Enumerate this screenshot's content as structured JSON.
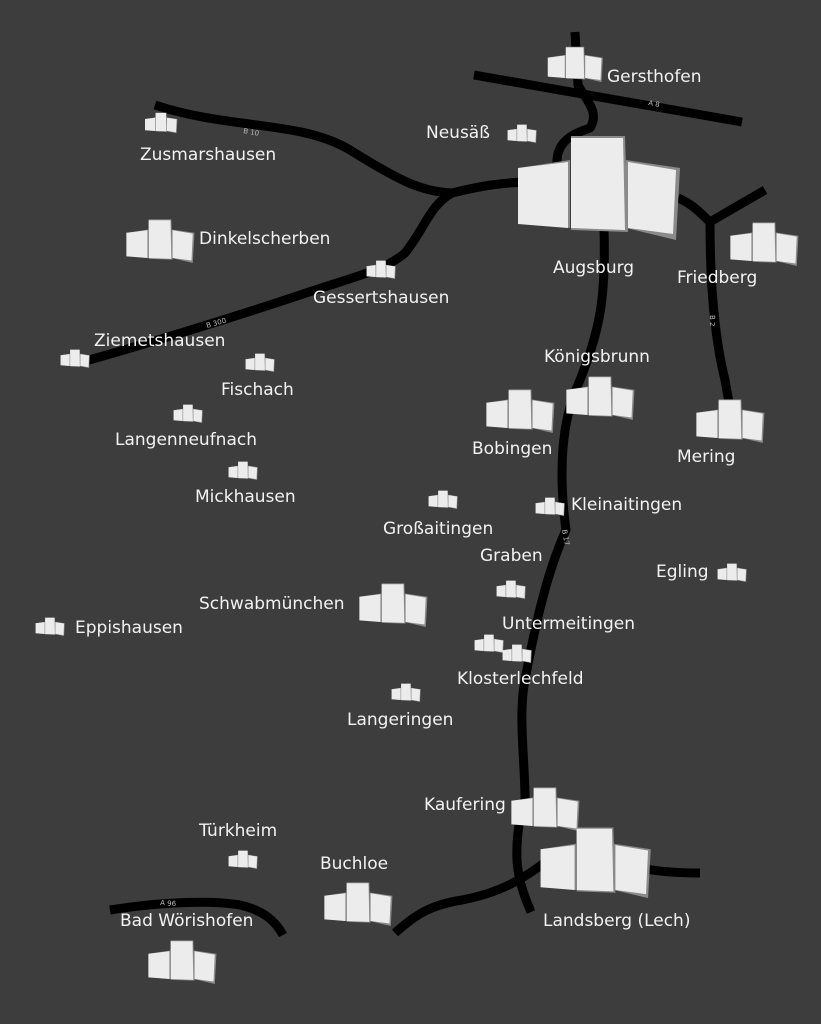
{
  "colors": {
    "background": "#3d3d3d",
    "road": "#000000",
    "building_front": "#ececec",
    "building_side": "#8a8a8a",
    "label": "#f2f2f2"
  },
  "roads": [
    {
      "ref": "A 8"
    },
    {
      "ref": "B 10"
    },
    {
      "ref": "B 300"
    },
    {
      "ref": "B 2"
    },
    {
      "ref": "B 17"
    },
    {
      "ref": "A 96"
    }
  ],
  "towns": [
    {
      "key": "gersthofen",
      "name": "Gersthofen",
      "icon": "medium-town-icon"
    },
    {
      "key": "neusaess",
      "name": "Neusäß",
      "icon": "small-town-icon"
    },
    {
      "key": "zusmarshausen",
      "name": "Zusmarshausen",
      "icon": "small-town-icon"
    },
    {
      "key": "augsburg",
      "name": "Augsburg",
      "icon": "large-city-icon"
    },
    {
      "key": "friedberg",
      "name": "Friedberg",
      "icon": "medium-town-icon"
    },
    {
      "key": "dinkelscherben",
      "name": "Dinkelscherben",
      "icon": "medium-town-icon"
    },
    {
      "key": "gessertshausen",
      "name": "Gessertshausen",
      "icon": "small-town-icon"
    },
    {
      "key": "ziemetshausen",
      "name": "Ziemetshausen",
      "icon": "small-town-icon"
    },
    {
      "key": "fischach",
      "name": "Fischach",
      "icon": "small-town-icon"
    },
    {
      "key": "langenneufnach",
      "name": "Langenneufnach",
      "icon": "small-town-icon"
    },
    {
      "key": "mickhausen",
      "name": "Mickhausen",
      "icon": "small-town-icon"
    },
    {
      "key": "koenigsbrunn",
      "name": "Königsbrunn",
      "icon": "medium-town-icon"
    },
    {
      "key": "bobingen",
      "name": "Bobingen",
      "icon": "medium-town-icon"
    },
    {
      "key": "mering",
      "name": "Mering",
      "icon": "medium-town-icon"
    },
    {
      "key": "kleinaitingen",
      "name": "Kleinaitingen",
      "icon": "small-town-icon"
    },
    {
      "key": "grossaitingen",
      "name": "Großaitingen",
      "icon": "small-town-icon"
    },
    {
      "key": "graben",
      "name": "Graben",
      "icon": "small-town-icon"
    },
    {
      "key": "egling",
      "name": "Egling",
      "icon": "small-town-icon"
    },
    {
      "key": "schwabmuenchen",
      "name": "Schwabmünchen",
      "icon": "medium-town-icon"
    },
    {
      "key": "eppishausen",
      "name": "Eppishausen",
      "icon": "small-town-icon"
    },
    {
      "key": "untermeitingen",
      "name": "Untermeitingen",
      "icon": "small-town-icon"
    },
    {
      "key": "klosterlechfeld",
      "name": "Klosterlechfeld",
      "icon": "small-town-icon"
    },
    {
      "key": "langeringen",
      "name": "Langeringen",
      "icon": "small-town-icon"
    },
    {
      "key": "kaufering",
      "name": "Kaufering",
      "icon": "medium-town-icon"
    },
    {
      "key": "tuerkheim",
      "name": "Türkheim",
      "icon": "small-town-icon"
    },
    {
      "key": "buchloe",
      "name": "Buchloe",
      "icon": "medium-town-icon"
    },
    {
      "key": "landsberg",
      "name": "Landsberg (Lech)",
      "icon": "large-city-icon"
    },
    {
      "key": "bad_woerishofen",
      "name": "Bad Wörishofen",
      "icon": "medium-town-icon"
    }
  ]
}
